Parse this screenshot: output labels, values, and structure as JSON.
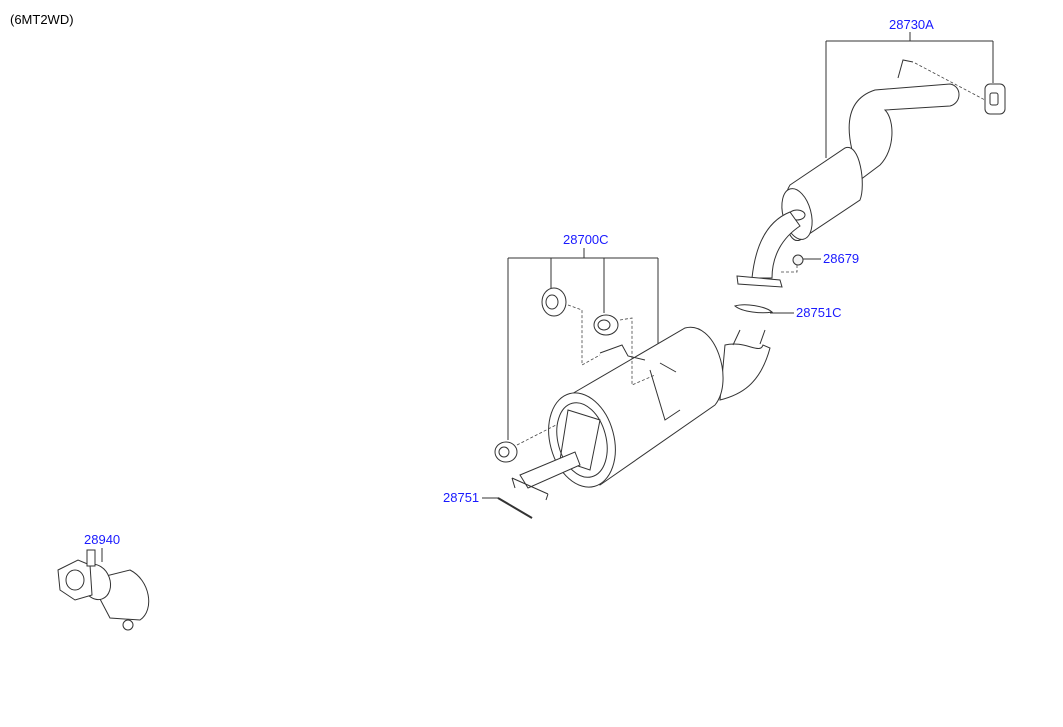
{
  "diagram": {
    "variant": "(6MT2WD)",
    "parts": [
      {
        "number": "28730A"
      },
      {
        "number": "28679"
      },
      {
        "number": "28751C"
      },
      {
        "number": "28700C"
      },
      {
        "number": "28751"
      },
      {
        "number": "28940"
      }
    ]
  },
  "colors": {
    "label": "#1a1aff",
    "line": "#333333"
  }
}
